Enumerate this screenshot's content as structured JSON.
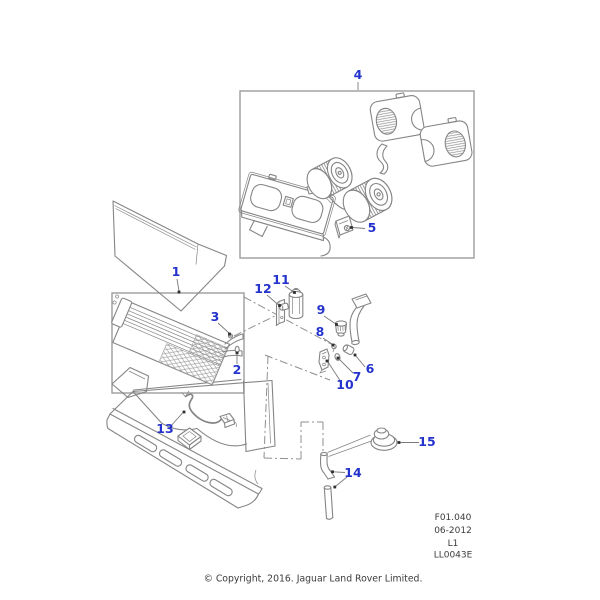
{
  "figure": {
    "callouts": {
      "c1": "1",
      "c2": "2",
      "c3": "3",
      "c4": "4",
      "c5": "5",
      "c6": "6",
      "c7": "7",
      "c8": "8",
      "c9": "9",
      "c10": "10",
      "c11": "11",
      "c12": "12",
      "c13": "13",
      "c14": "14",
      "c15": "15"
    },
    "reference": {
      "figure_code": "F01.040",
      "date": "06-2012",
      "sheet": "L1",
      "drawing_id": "LL0043E"
    },
    "copyright": "© Copyright, 2016. Jaguar Land Rover Limited.",
    "colors": {
      "callout_blue": "#2433cc",
      "line_gray": "#858585",
      "border_gray": "#9c9c9c",
      "text_gray": "#3b3b3b"
    }
  }
}
